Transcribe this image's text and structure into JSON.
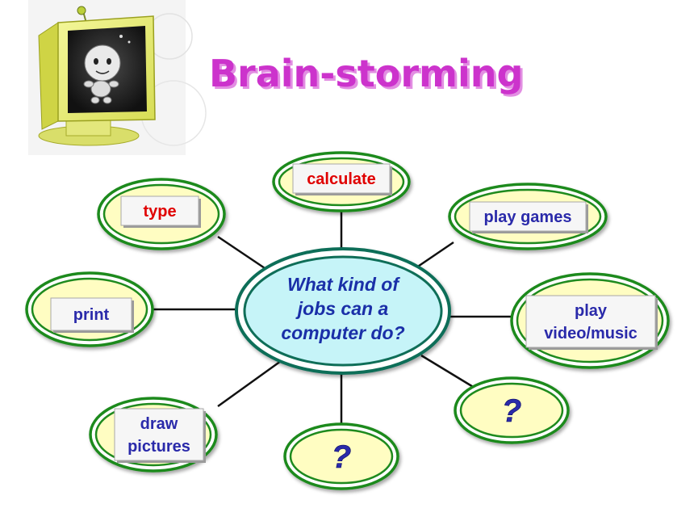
{
  "title": "Brain-storming",
  "center": {
    "lines": [
      "What kind of",
      "jobs can a",
      "computer do?"
    ]
  },
  "colors": {
    "title": "#cc33cc",
    "node_fill": "#fffdc2",
    "node_ring": "#1e8a1e",
    "center_fill": "#c6f4f8",
    "center_ring": "#0f6e58",
    "label_box": "#f6f6f6",
    "red_text": "#e00000",
    "blue_text": "#2a2aaa"
  },
  "nodes": [
    {
      "id": "calculate",
      "lines": [
        "calculate"
      ],
      "color": "#e00000",
      "kind": "box"
    },
    {
      "id": "type",
      "lines": [
        "type"
      ],
      "color": "#e00000",
      "kind": "box"
    },
    {
      "id": "play-games",
      "lines": [
        "play games"
      ],
      "color": "#2a2aaa",
      "kind": "box"
    },
    {
      "id": "print",
      "lines": [
        "print"
      ],
      "color": "#2a2aaa",
      "kind": "box"
    },
    {
      "id": "play-video-music",
      "lines": [
        "play",
        "video/music"
      ],
      "color": "#2a2aaa",
      "kind": "box"
    },
    {
      "id": "draw-pictures",
      "lines": [
        "draw",
        "pictures"
      ],
      "color": "#2a2aaa",
      "kind": "box"
    },
    {
      "id": "question-bottom",
      "lines": [
        "?"
      ],
      "color": "#2a2aaa",
      "kind": "question"
    },
    {
      "id": "question-right",
      "lines": [
        "?"
      ],
      "color": "#2a2aaa",
      "kind": "question"
    }
  ],
  "illustration": {
    "icon": "computer-monitor-with-cartoon-face-icon"
  }
}
